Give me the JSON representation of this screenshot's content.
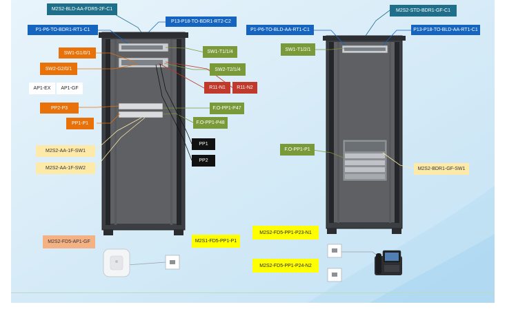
{
  "labels": {
    "m2s2_bld_aa_fdr5_2f_c1": "M2S2-BLD-AA-FDR5-2F-C1",
    "p1_p6_to_bdr1_rt1_c1_left": "P1-P6-TO-BDR1-RT1-C1",
    "p13_p18_to_bdr1_rt2_c2": "P13-P18-TO-BDR1-RT2-C2",
    "sw1_g1_0_1": "SW1-G1/0/1",
    "sw2_g2_0_1": "SW2-G2/0/1",
    "ap1_ex": "AP1-EX",
    "ap1_gf": "AP1-GF",
    "pp2_p3": "PP2-P3",
    "pp1_p1": "PP1-P1",
    "sw1_t1_1_4": "SW1-T1/1/4",
    "sw2_t2_1_4": "SW2-T2/1/4",
    "r11_n1": "R11-N1",
    "r11_n2": "R11-N2",
    "fo_pp1_p47": "F.O-PP1-P47",
    "fo_pp1_p48": "F.O-PP1-P48",
    "pp1": "PP1",
    "pp2": "PP2",
    "m2s2_aa_1f_sw1": "M2S2-AA-1F-SW1",
    "m2s2_aa_1f_sw2": "M2S2-AA-1F-SW2",
    "m2s2_fd5_ap1_gf": "M2S2-FD5-AP1-GF",
    "m2s1_fd5_pp1_p1": "M2S1-FD5-PP1-P1",
    "p1_p6_to_bld_aa_rt1_c1": "P1-P6-TO-BLD-AA-RT1-C1",
    "m2s2_std_bdr1_gf_c1": "M2S2-STD-BDR1-GF-C1",
    "p13_p18_to_bld_aa_rt1_c1": "P13-P18-TO-BLD-AA-RT1-C1",
    "sw1_t1_2_1": "SW1-T1/2/1",
    "fo_pp1_p1": "F.O-PP1-P1",
    "m2s2_bdr1_gf_sw1": "M2S2-BDR1-GF-SW1",
    "m2s2_fd5_pp1_p23_n1": "M2S2-FD5-PP1-P23-N1",
    "m2s2_fd5_pp1_p24_n2": "M2S2-FD5-PP1-P24-N2"
  },
  "colors": {
    "teal": "#1f6f8b",
    "blue": "#1565c0",
    "orange": "#e8710a",
    "green": "#7a9a3a",
    "red": "#c0392b",
    "black": "#111111",
    "cream": "#fde9a8",
    "peach": "#f4b183",
    "yellow": "#ffff00",
    "rack": "#3b3e42"
  },
  "icons": {
    "rack_left": "server-rack-icon",
    "rack_right": "server-rack-icon",
    "access_point": "wireless-access-point-icon",
    "wall_jack": "network-wall-jack-icon",
    "ip_phone": "ip-phone-icon"
  }
}
